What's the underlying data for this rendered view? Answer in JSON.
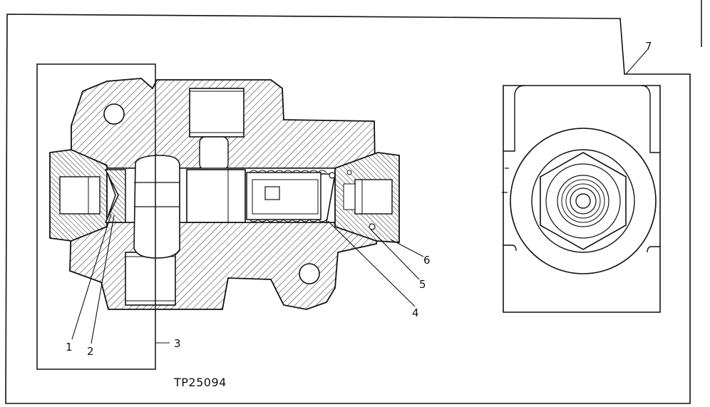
{
  "figure_id": "TP25094",
  "callouts": {
    "c1": "1",
    "c2": "2",
    "c3": "3",
    "c4": "4",
    "c5": "5",
    "c6": "6",
    "c7": "7"
  },
  "colors": {
    "ink": "#111111",
    "paper": "#ffffff"
  }
}
